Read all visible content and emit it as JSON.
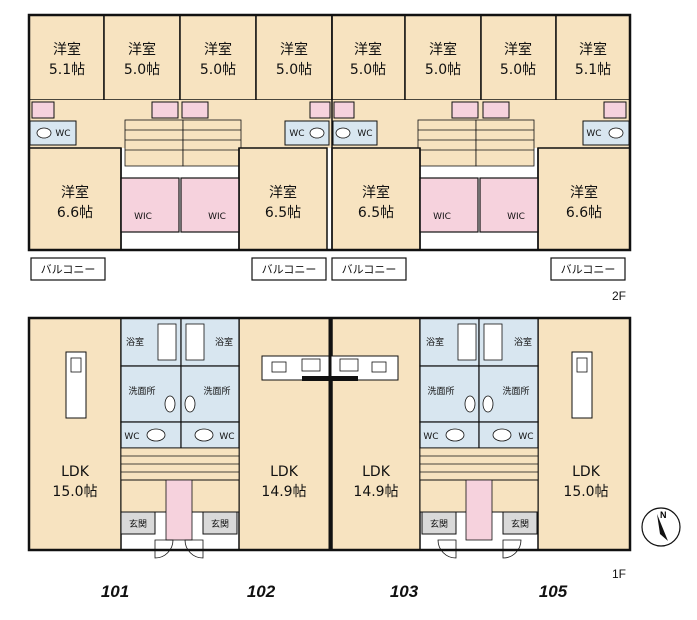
{
  "floor2": {
    "label": "2F",
    "top_rooms": [
      {
        "name": "洋室",
        "size": "5.1帖"
      },
      {
        "name": "洋室",
        "size": "5.0帖"
      },
      {
        "name": "洋室",
        "size": "5.0帖"
      },
      {
        "name": "洋室",
        "size": "5.0帖"
      },
      {
        "name": "洋室",
        "size": "5.0帖"
      },
      {
        "name": "洋室",
        "size": "5.0帖"
      },
      {
        "name": "洋室",
        "size": "5.0帖"
      },
      {
        "name": "洋室",
        "size": "5.1帖"
      }
    ],
    "big_rooms": [
      {
        "name": "洋室",
        "size": "6.6帖"
      },
      {
        "name": "洋室",
        "size": "6.5帖"
      },
      {
        "name": "洋室",
        "size": "6.5帖"
      },
      {
        "name": "洋室",
        "size": "6.6帖"
      }
    ],
    "wc": "WC",
    "wic": "WIC",
    "balcony": "バルコニー"
  },
  "floor1": {
    "label": "1F",
    "ldk": [
      {
        "name": "LDK",
        "size": "15.0帖"
      },
      {
        "name": "LDK",
        "size": "14.9帖"
      },
      {
        "name": "LDK",
        "size": "14.9帖"
      },
      {
        "name": "LDK",
        "size": "15.0帖"
      }
    ],
    "bath": "浴室",
    "washroom": "洗面所",
    "wc": "WC",
    "entrance": "玄関"
  },
  "units": [
    "101",
    "102",
    "103",
    "105"
  ],
  "compass": "N",
  "colors": {
    "room": "#f7e3c0",
    "wic": "#f6d2dd",
    "wet": "#d8e6f0",
    "entrance": "#d9d9d9",
    "wall": "#111111"
  }
}
